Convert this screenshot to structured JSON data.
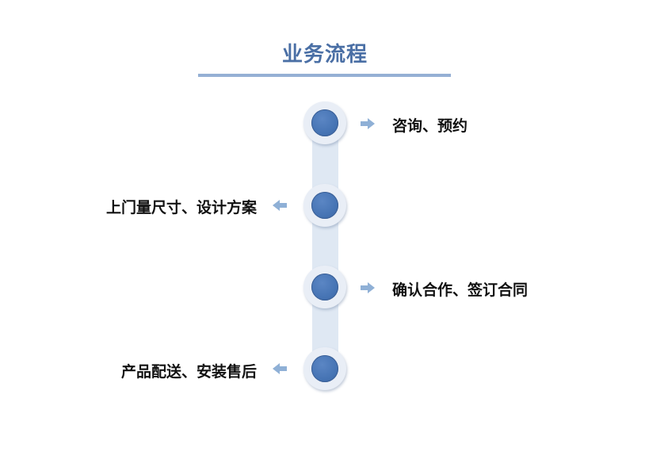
{
  "title": "业务流程",
  "steps": [
    {
      "label": "咨询、预约",
      "side": "right"
    },
    {
      "label": "上门量尺寸、设计方案",
      "side": "left"
    },
    {
      "label": "确认合作、签订合同",
      "side": "right"
    },
    {
      "label": "产品配送、安装售后",
      "side": "left"
    }
  ],
  "colors": {
    "title": "#4a6fa5",
    "rule": "#95b0d4",
    "spine": "#dfe8f3",
    "node": "#4674b4",
    "arrow": "#8fb0d6"
  }
}
